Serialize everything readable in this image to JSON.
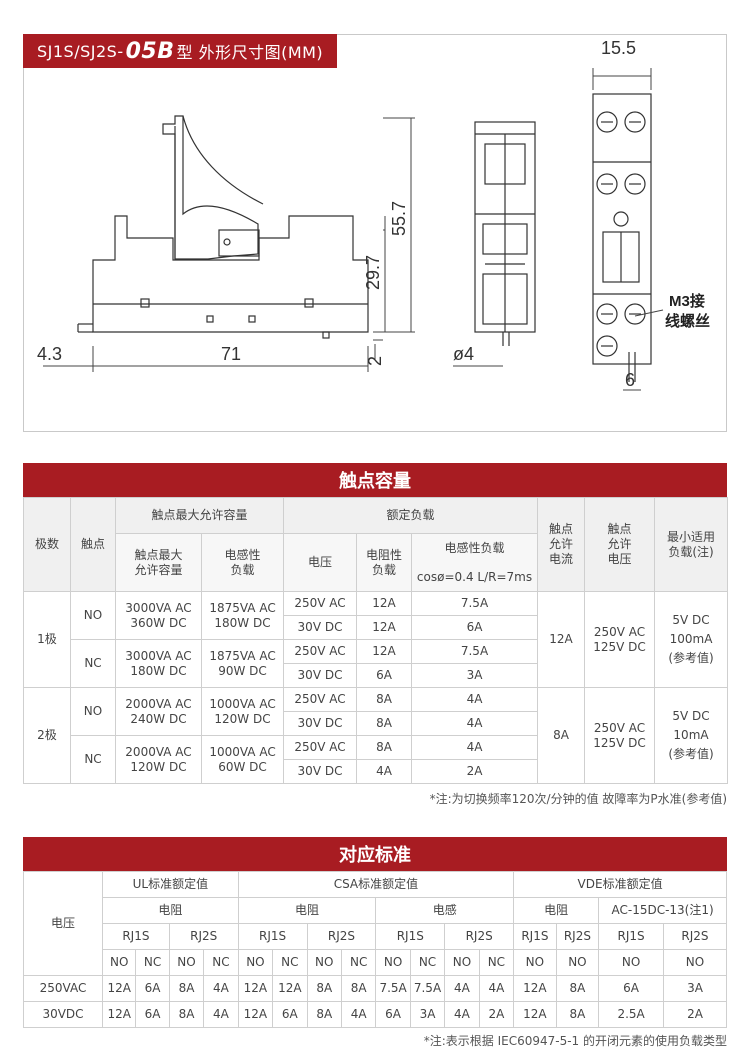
{
  "drawing": {
    "title_prefix": "SJ1S/SJ2S-",
    "title_model": "05B",
    "title_suffix": "型 外形尺寸图(MM)",
    "dims": {
      "height_total": "55.7",
      "height_mid": "29.7",
      "width_total": "71",
      "left_offset": "4.3",
      "bottom_gap": "2",
      "pin_dia": "ø4",
      "front_width": "15.5",
      "front_bottom": "6"
    },
    "screw_label_line1": "M3接",
    "screw_label_line2": "线螺丝"
  },
  "contact": {
    "title": "触点容量",
    "h_poles": "极数",
    "h_contact": "触点",
    "h_max": "触点最大允许容量",
    "h_max_res": "触点最大\n允许容量",
    "h_max_ind": "电感性\n负载",
    "h_rated": "额定负载",
    "h_voltage": "电压",
    "h_res": "电阻性\n负载",
    "h_ind": "电感性负载",
    "h_ind_sub": "cosø=0.4 L/R=7ms",
    "h_cur": "触点\n允许\n电流",
    "h_volt": "触点\n允许\n电压",
    "h_min": "最小适用\n负载(注)",
    "pole1": "1极",
    "pole2": "2极",
    "no": "NO",
    "nc": "NC",
    "p1_no_max": "3000VA AC\n360W DC",
    "p1_no_ind": "1875VA AC\n180W DC",
    "p1_nc_max": "3000VA AC\n180W DC",
    "p1_nc_ind": "1875VA AC\n90W DC",
    "p2_no_max": "2000VA AC\n240W DC",
    "p2_no_ind": "1000VA AC\n120W DC",
    "p2_nc_max": "2000VA AC\n120W DC",
    "p2_nc_ind": "1000VA AC\n60W DC",
    "rows": [
      {
        "v": "250V AC",
        "r": "12A",
        "i": "7.5A"
      },
      {
        "v": "30V DC",
        "r": "12A",
        "i": "6A"
      },
      {
        "v": "250V AC",
        "r": "12A",
        "i": "7.5A"
      },
      {
        "v": "30V DC",
        "r": "6A",
        "i": "3A"
      },
      {
        "v": "250V AC",
        "r": "8A",
        "i": "4A"
      },
      {
        "v": "30V DC",
        "r": "8A",
        "i": "4A"
      },
      {
        "v": "250V AC",
        "r": "8A",
        "i": "4A"
      },
      {
        "v": "30V DC",
        "r": "4A",
        "i": "2A"
      }
    ],
    "p1_cur": "12A",
    "p1_volt": "250V AC\n125V DC",
    "p1_min": "5V DC\n100mA\n(参考值)",
    "p2_cur": "8A",
    "p2_volt": "250V AC\n125V DC",
    "p2_min": "5V DC\n10mA\n(参考值)",
    "note": "*注:为切换频率120次/分钟的值 故障率为P水准(参考值)"
  },
  "standards": {
    "title": "对应标准",
    "h_voltage": "电压",
    "h_ul": "UL标准额定值",
    "h_csa": "CSA标准额定值",
    "h_vde": "VDE标准额定值",
    "h_res": "电阻",
    "h_ind": "电感",
    "h_ac15": "AC-15DC-13(注1)",
    "rj1s": "RJ1S",
    "rj2s": "RJ2S",
    "no": "NO",
    "nc": "NC",
    "row1_label": "250VAC",
    "row1": [
      "12A",
      "6A",
      "8A",
      "4A",
      "12A",
      "12A",
      "8A",
      "8A",
      "7.5A",
      "7.5A",
      "4A",
      "4A",
      "12A",
      "8A",
      "6A",
      "3A"
    ],
    "row2_label": "30VDC",
    "row2": [
      "12A",
      "6A",
      "8A",
      "4A",
      "12A",
      "6A",
      "8A",
      "4A",
      "6A",
      "3A",
      "4A",
      "2A",
      "12A",
      "8A",
      "2.5A",
      "2A"
    ],
    "note": "*注:表示根据 IEC60947-5-1 的开闭元素的使用负载类型"
  }
}
